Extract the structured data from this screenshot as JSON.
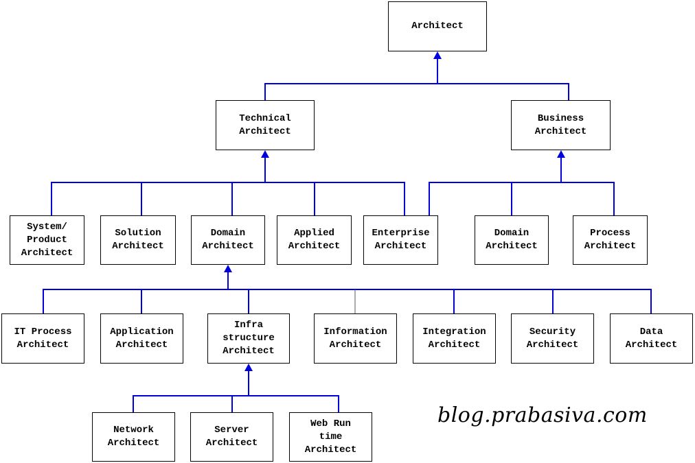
{
  "colors": {
    "connector": "#0000dd",
    "node_border": "#000000",
    "text": "#000000"
  },
  "nodes": {
    "architect": "Architect",
    "technical": "Technical\nArchitect",
    "business": "Business\nArchitect",
    "system": "System/\nProduct\nArchitect",
    "solution": "Solution\nArchitect",
    "domain1": "Domain\nArchitect",
    "applied": "Applied\nArchitect",
    "enterprise": "Enterprise\nArchitect",
    "domain2": "Domain\nArchitect",
    "process": "Process\nArchitect",
    "itprocess": "IT Process\nArchitect",
    "application": "Application\nArchitect",
    "infra": "Infra\nstructure\nArchitect",
    "information": "Information\nArchitect",
    "integration": "Integration\nArchitect",
    "security": "Security\nArchitect",
    "data": "Data\nArchitect",
    "network": "Network\nArchitect",
    "server": "Server\nArchitect",
    "webrun": "Web Run\ntime\nArchitect"
  },
  "watermark": "blog.prabasiva.com"
}
